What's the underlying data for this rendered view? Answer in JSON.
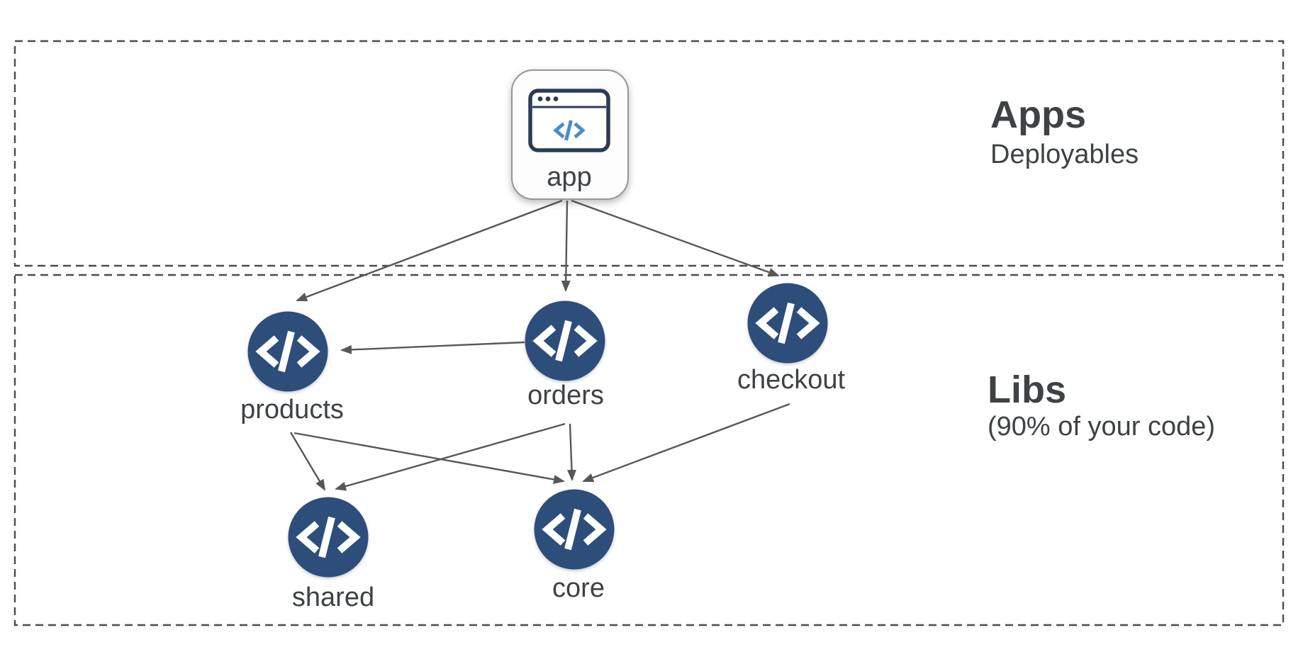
{
  "diagram": {
    "title_hint": "monorepo dependency graph",
    "sections": [
      {
        "id": "apps",
        "title": "Apps",
        "subtitle": "Deployables"
      },
      {
        "id": "libs",
        "title": "Libs",
        "subtitle": "(90% of your code)"
      }
    ],
    "nodes": {
      "app": {
        "label": "app",
        "type": "application",
        "section": "apps",
        "icon": "browser-window-code-icon"
      },
      "products": {
        "label": "products",
        "type": "library",
        "section": "libs",
        "icon": "code-icon"
      },
      "orders": {
        "label": "orders",
        "type": "library",
        "section": "libs",
        "icon": "code-icon"
      },
      "checkout": {
        "label": "checkout",
        "type": "library",
        "section": "libs",
        "icon": "code-icon"
      },
      "shared": {
        "label": "shared",
        "type": "library",
        "section": "libs",
        "icon": "code-icon"
      },
      "core": {
        "label": "core",
        "type": "library",
        "section": "libs",
        "icon": "code-icon"
      }
    },
    "edges": [
      {
        "from": "app",
        "to": "products"
      },
      {
        "from": "app",
        "to": "orders"
      },
      {
        "from": "app",
        "to": "checkout"
      },
      {
        "from": "orders",
        "to": "products"
      },
      {
        "from": "products",
        "to": "shared"
      },
      {
        "from": "products",
        "to": "core"
      },
      {
        "from": "orders",
        "to": "shared"
      },
      {
        "from": "orders",
        "to": "core"
      },
      {
        "from": "checkout",
        "to": "core"
      }
    ],
    "colors": {
      "node_fill": "#2d4e7b",
      "icon_on_node": "#ffffff",
      "line": "#575757",
      "border": "#4c4c4c",
      "text": "#3e4245",
      "app_icon_stroke": "#2b3b55",
      "app_icon_accent": "#4e8bcb",
      "app_box_border": "#949699"
    }
  }
}
